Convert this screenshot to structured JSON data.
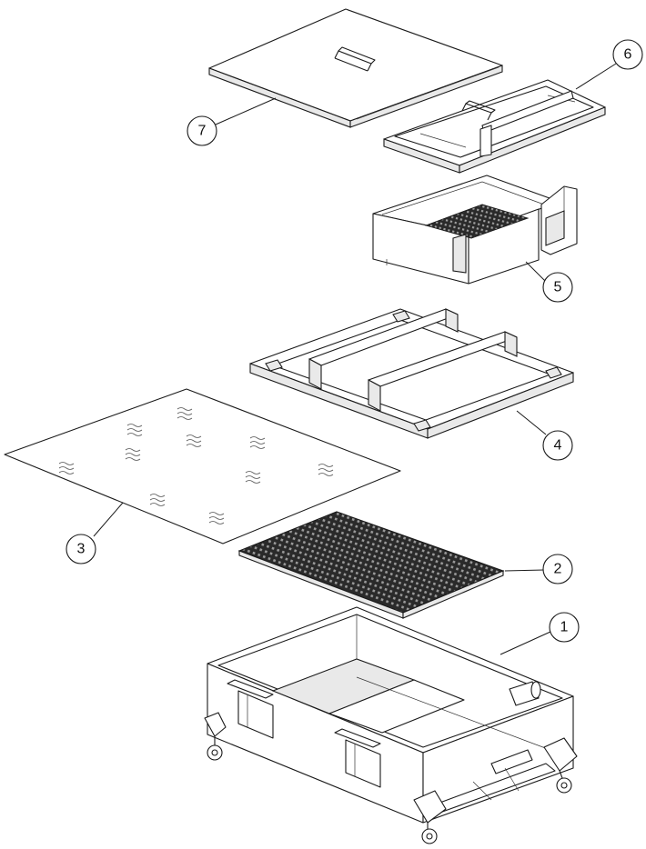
{
  "callouts": [
    {
      "id": "1",
      "label": "1"
    },
    {
      "id": "2",
      "label": "2"
    },
    {
      "id": "3",
      "label": "3"
    },
    {
      "id": "4",
      "label": "4"
    },
    {
      "id": "5",
      "label": "5"
    },
    {
      "id": "6",
      "label": "6"
    },
    {
      "id": "7",
      "label": "7"
    }
  ],
  "colors": {
    "line": "#1a1a1a",
    "background": "#ffffff",
    "grate": "#2a2a2a"
  }
}
